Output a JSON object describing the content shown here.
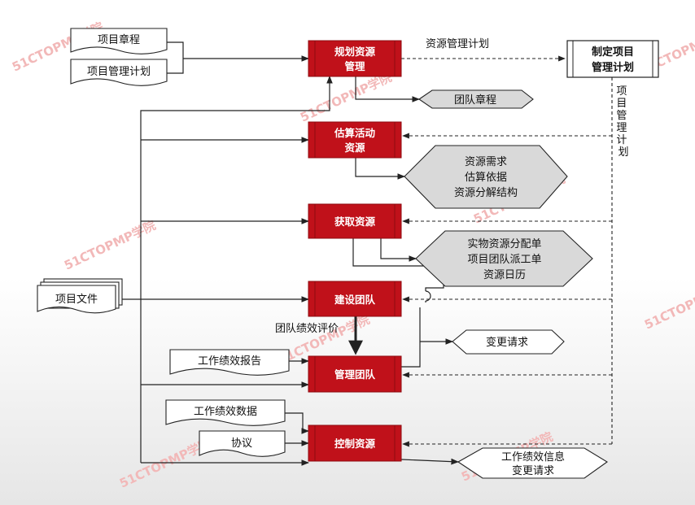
{
  "watermark": "51CTOPMP学院",
  "processes": {
    "plan": [
      "规划资源",
      "管理"
    ],
    "estimate": [
      "估算活动",
      "资源"
    ],
    "acquire": [
      "获取资源"
    ],
    "develop": [
      "建设团队"
    ],
    "manage": [
      "管理团队"
    ],
    "control": [
      "控制资源"
    ]
  },
  "external": {
    "develop_plan": [
      "制定项目",
      "管理计划"
    ]
  },
  "inputs": {
    "charter": "项目章程",
    "pm_plan": "项目管理计划",
    "project_docs": "项目文件",
    "work_perf_reports": "工作绩效报告",
    "work_perf_data": "工作绩效数据",
    "agreements": "协议"
  },
  "outputs": {
    "team_charter": "团队章程",
    "estimate_out": [
      "资源需求",
      "估算依据",
      "资源分解结构"
    ],
    "acquire_out": [
      "实物资源分配单",
      "项目团队派工单",
      "资源日历"
    ],
    "change_requests": "变更请求",
    "control_out": [
      "工作绩效信息",
      "变更请求"
    ]
  },
  "labels": {
    "rm_plan": "资源管理计划",
    "pm_plan_vertical": [
      "项",
      "目",
      "管",
      "理",
      "计",
      "划"
    ],
    "team_perf_assess": "团队绩效评价"
  },
  "colors": {
    "process_fill": "#c0111a",
    "process_edge": "#8e0b10",
    "output_fill": "#d9d9d9",
    "line": "#222222",
    "watermark": "#f2b8b8"
  }
}
